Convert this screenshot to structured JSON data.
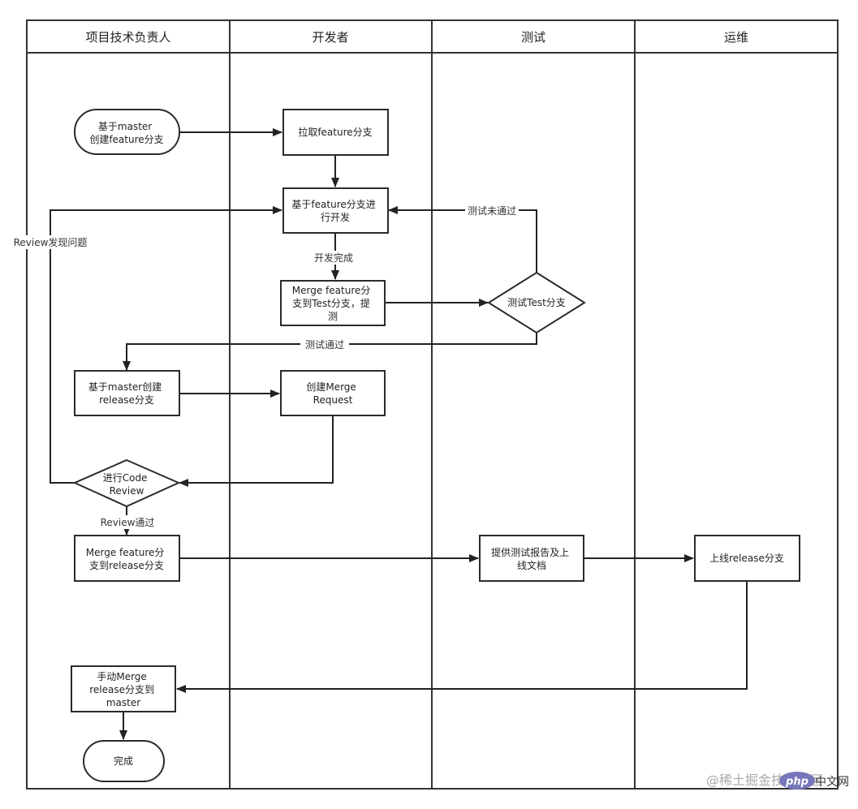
{
  "lanes": {
    "lead": "项目技术负责人",
    "dev": "开发者",
    "test": "测试",
    "ops": "运维"
  },
  "nodes": {
    "start": [
      "基于master",
      "创建feature分支"
    ],
    "pull_feature": [
      "拉取feature分支"
    ],
    "develop": [
      "基于feature分支进",
      "行开发"
    ],
    "merge_test": [
      "Merge feature分",
      "支到Test分支，提",
      "测"
    ],
    "test_branch": [
      "测试Test分支"
    ],
    "create_release": [
      "基于master创建",
      "release分支"
    ],
    "create_mr": [
      "创建Merge",
      "Request"
    ],
    "code_review": [
      "进行Code",
      "Review"
    ],
    "merge_release": [
      "Merge feature分",
      "支到release分支"
    ],
    "test_report": [
      "提供测试报告及上",
      "线文档"
    ],
    "go_live": [
      "上线release分支"
    ],
    "manual_merge": [
      "手动Merge",
      "release分支到",
      "master"
    ],
    "end": [
      "完成"
    ]
  },
  "edge_labels": {
    "test_failed": "测试未通过",
    "review_issue": "Review发现问题",
    "dev_done": "开发完成",
    "test_passed": "测试通过",
    "review_passed": "Review通过"
  },
  "watermark": {
    "text": "@稀土掘金技术社区",
    "badge": "php",
    "site": "中文网"
  }
}
